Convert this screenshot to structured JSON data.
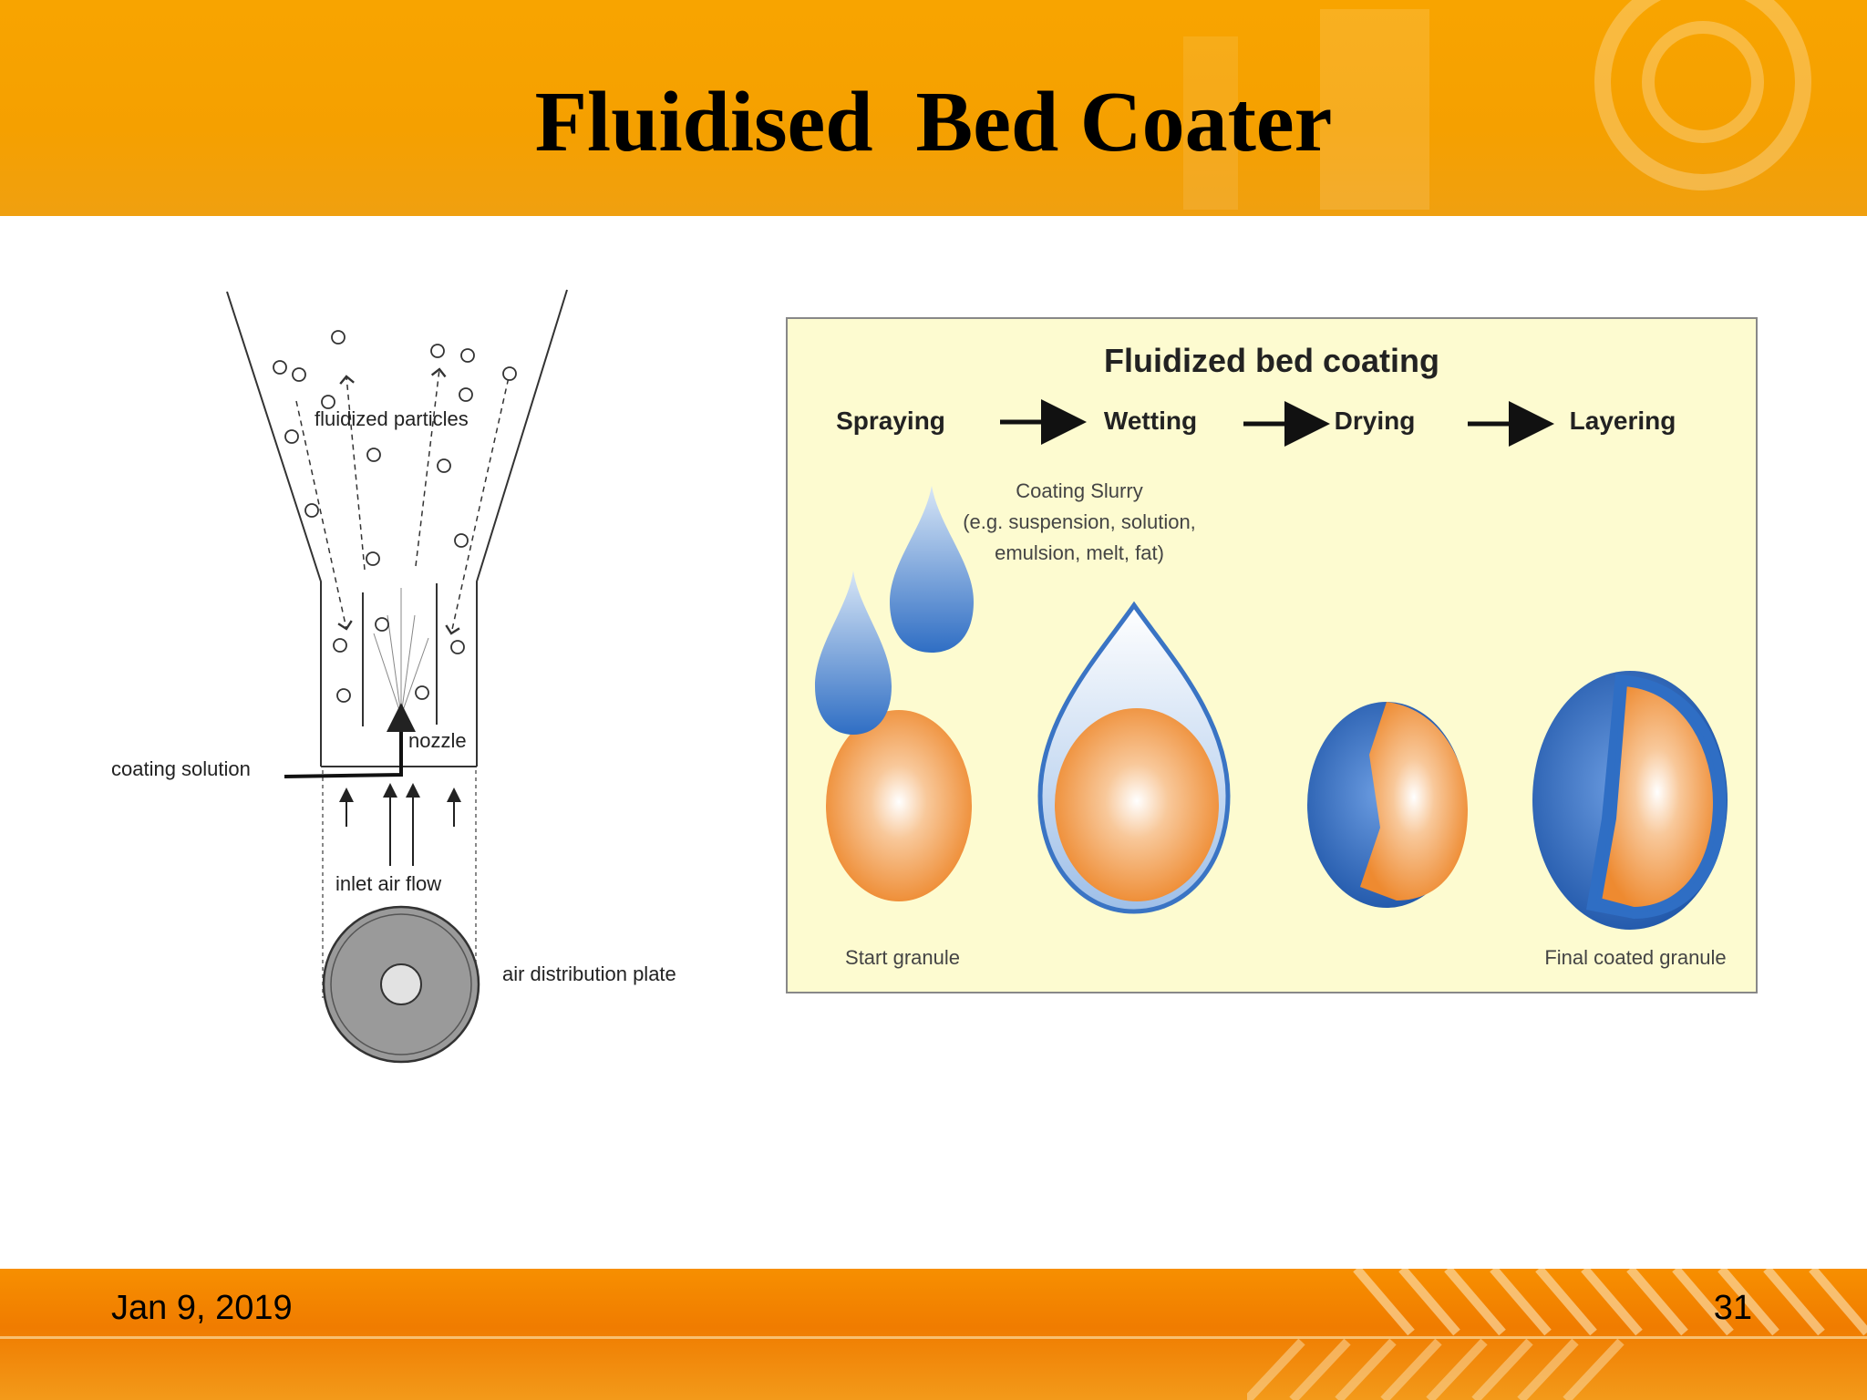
{
  "slide": {
    "title": "Fluidised  Bed Coater",
    "date": "Jan 9, 2019",
    "page_number": "31"
  },
  "left_diagram": {
    "fluidized_particles": "fluidized particles",
    "nozzle": "nozzle",
    "coating_solution": "coating solution",
    "inlet_air_flow": "inlet air flow",
    "air_distribution_plate": "air distribution plate"
  },
  "right_diagram": {
    "title": "Fluidized bed coating",
    "steps": [
      "Spraying",
      "Wetting",
      "Drying",
      "Layering"
    ],
    "slurry_line1": "Coating Slurry",
    "slurry_line2": "(e.g. suspension, solution,",
    "slurry_line3": "emulsion, melt, fat)",
    "start_granule": "Start granule",
    "final_granule": "Final coated granule"
  },
  "colors": {
    "header_orange": "#f8a400",
    "footer_orange": "#f07c00",
    "panel_bg": "#fdfbd0",
    "granule_orange": "#f39a4c",
    "coating_blue": "#3a74c4"
  }
}
